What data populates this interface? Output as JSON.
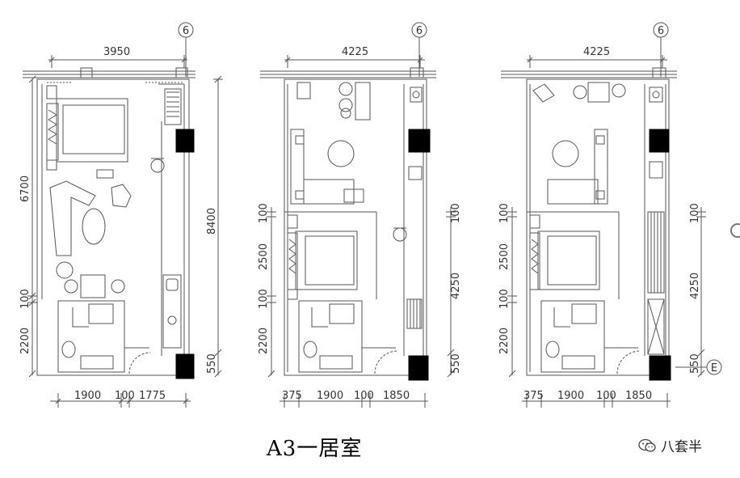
{
  "caption": "A3一居室",
  "watermark": "八套半",
  "icons": {
    "watermark_icon": "wechat-bubble-icon",
    "axis_marker_shape": "circle"
  },
  "colors": {
    "line": "#555555",
    "dim": "#333333",
    "column_fill": "#000000"
  },
  "plans": [
    {
      "top_dimension": "3950",
      "axis_label": "6",
      "left_dimensions": [
        "6700",
        "100",
        "2200"
      ],
      "right_dimensions": [
        "8400"
      ],
      "bottom_dimensions": [
        "1900",
        "100",
        "1775"
      ]
    },
    {
      "top_dimension": "4225",
      "axis_label": "6",
      "left_dimensions": [
        "100",
        "2500",
        "100",
        "2200"
      ],
      "right_dimensions": [
        "100",
        "4250",
        "550"
      ],
      "bottom_dimensions": [
        "375",
        "1900",
        "100",
        "1850"
      ]
    },
    {
      "top_dimension": "4225",
      "axis_label": "6",
      "left_dimensions": [
        "100",
        "2500",
        "100",
        "2200"
      ],
      "right_dimensions": [
        "100",
        "4250",
        "550"
      ],
      "bottom_dimensions": [
        "375",
        "1900",
        "100",
        "1850"
      ],
      "side_axis_label": "E"
    }
  ],
  "plan1_right_lower": "550"
}
